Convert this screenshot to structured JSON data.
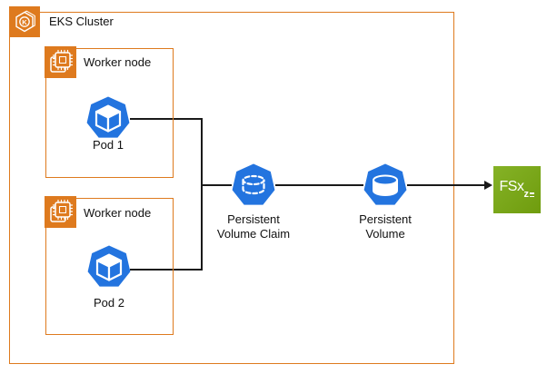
{
  "colors": {
    "orange": "#DE7A1E",
    "blue": "#2374DF",
    "green": "#6F9C0E",
    "green_light": "#85B226",
    "line": "#1a1a1a",
    "text": "#111111"
  },
  "cluster": {
    "label": "EKS Cluster",
    "icon": "eks-kubernetes-icon",
    "icon_letter": "K"
  },
  "workers": [
    {
      "label": "Worker node",
      "icon": "cpu-chip-icon",
      "pod": {
        "label": "Pod 1",
        "icon": "k8s-pod-icon"
      }
    },
    {
      "label": "Worker node",
      "icon": "cpu-chip-icon",
      "pod": {
        "label": "Pod 2",
        "icon": "k8s-pod-icon"
      }
    }
  ],
  "pvc": {
    "label_line1": "Persistent",
    "label_line2": "Volume Claim",
    "icon": "k8s-persistent-volume-claim-icon"
  },
  "pv": {
    "label_line1": "Persistent",
    "label_line2": "Volume",
    "icon": "k8s-persistent-volume-icon"
  },
  "fsx": {
    "label": "FSx",
    "sub": "z",
    "icon": "amazon-fsx-for-openzfs-icon"
  },
  "connections": [
    {
      "from": "pod-1",
      "to": "junction",
      "style": "line"
    },
    {
      "from": "pod-2",
      "to": "junction",
      "style": "line"
    },
    {
      "from": "junction",
      "to": "persistent-volume-claim",
      "style": "line"
    },
    {
      "from": "persistent-volume-claim",
      "to": "persistent-volume",
      "style": "line"
    },
    {
      "from": "persistent-volume",
      "to": "fsx",
      "style": "arrow"
    }
  ]
}
